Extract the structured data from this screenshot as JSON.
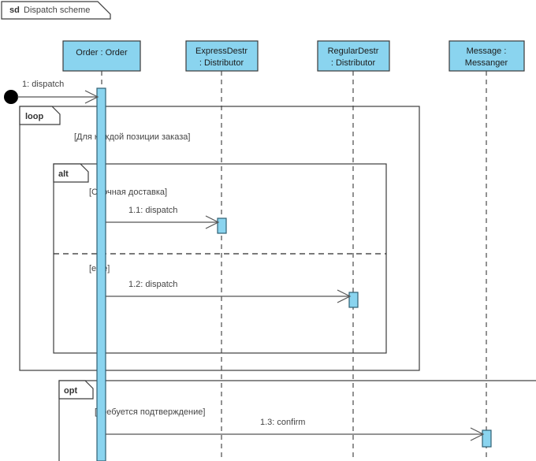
{
  "diagram": {
    "kind_keyword": "sd",
    "title": "Dispatch scheme",
    "colors": {
      "lifeline_fill": "#8ad4ef",
      "activation_fill": "#8ad4ef",
      "activation_stroke": "#2f5f73",
      "frame_stroke": "#3d3d3d",
      "line": "#555555",
      "text": "#444444"
    }
  },
  "lifelines": [
    {
      "id": "order",
      "line1": "Order : Order",
      "line2": ""
    },
    {
      "id": "express",
      "line1": "ExpressDestr",
      "line2": ": Distributor"
    },
    {
      "id": "regular",
      "line1": "RegularDestr",
      "line2": ": Distributor"
    },
    {
      "id": "messenger",
      "line1": "Message :",
      "line2": "Messanger"
    }
  ],
  "fragments": [
    {
      "id": "loop",
      "operator": "loop",
      "guard": "[Для каждой позиции заказа]"
    },
    {
      "id": "alt",
      "operator": "alt",
      "guard": "[Срочная доставка]",
      "else_guard": "[else]"
    },
    {
      "id": "opt",
      "operator": "opt",
      "guard": "[Требуется подтверждение]"
    }
  ],
  "messages": [
    {
      "id": "m0",
      "label": "1: dispatch",
      "from": "start",
      "to": "order"
    },
    {
      "id": "m1",
      "label": "1.1: dispatch",
      "from": "order",
      "to": "express"
    },
    {
      "id": "m2",
      "label": "1.2: dispatch",
      "from": "order",
      "to": "regular"
    },
    {
      "id": "m3",
      "label": "1.3: confirm",
      "from": "order",
      "to": "messenger"
    }
  ]
}
